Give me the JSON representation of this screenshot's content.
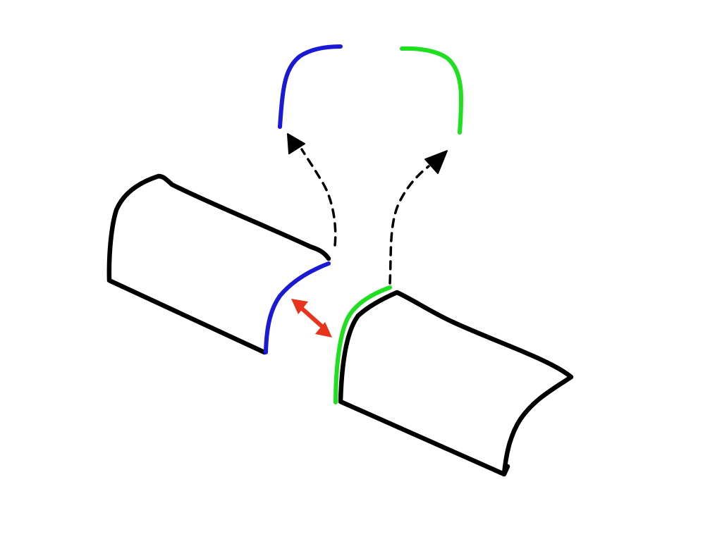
{
  "colors": {
    "outline": "#000000",
    "edge_left": "#1a1ad6",
    "edge_right": "#1ee01e",
    "gap_arrow": "#e8341c",
    "dashed_arrow": "#000000",
    "background": "#ffffff"
  },
  "elements": {
    "left_block": "left-curved-block",
    "right_block": "right-curved-block",
    "left_profile": "blue-edge-profile",
    "right_profile": "green-edge-profile",
    "gap_indicator": "double-headed-gap-arrow"
  }
}
